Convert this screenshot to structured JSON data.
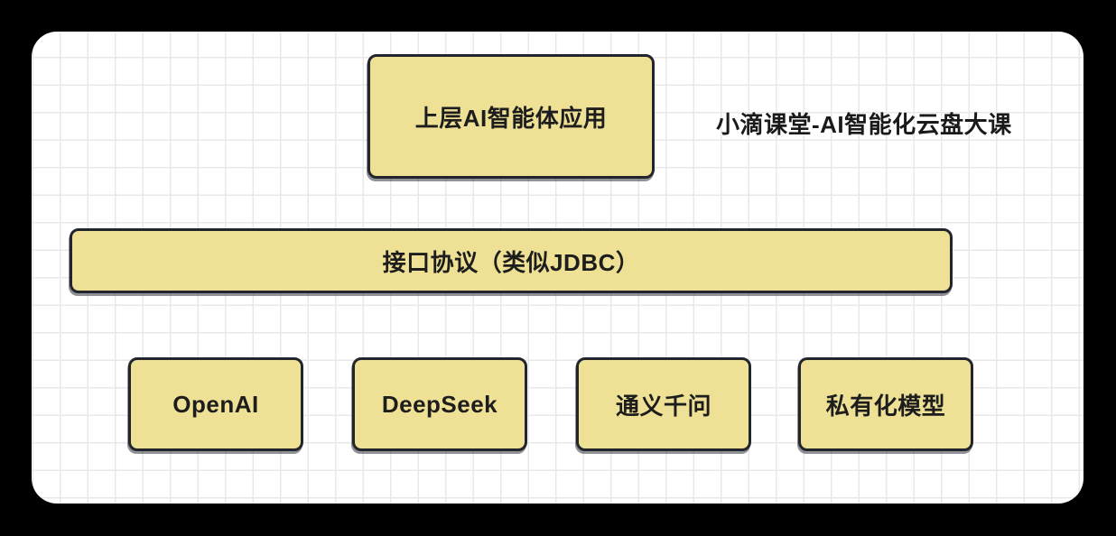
{
  "annotation": {
    "course_label": "小滴课堂-AI智能化云盘大课"
  },
  "diagram": {
    "app_box": {
      "label": "上层AI智能体应用"
    },
    "protocol_box": {
      "label": "接口协议（类似JDBC）"
    },
    "model_boxes": [
      {
        "label": "OpenAI"
      },
      {
        "label": "DeepSeek"
      },
      {
        "label": "通义千问"
      },
      {
        "label": "私有化模型"
      }
    ]
  },
  "colors": {
    "page_background": "#000000",
    "canvas_background": "#ffffff",
    "grid_line": "#e8e8e8",
    "node_fill": "#eee095",
    "node_border": "#22252e",
    "text": "#1d1d1d"
  }
}
